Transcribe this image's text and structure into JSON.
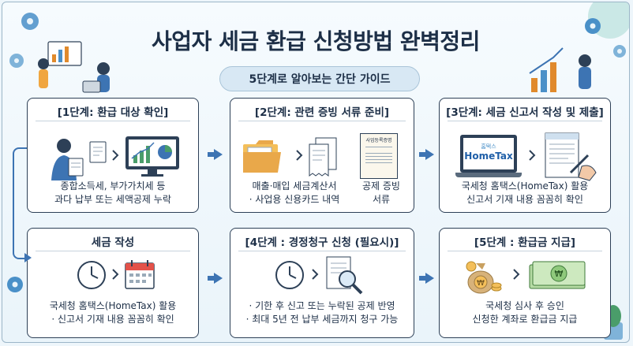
{
  "header": {
    "title": "사업자 세금 환급 신청방법 완벽정리",
    "subtitle": "5단계로 알아보는 간단 가이드"
  },
  "steps": [
    {
      "title": "[1단계: 환급 대상 확인]",
      "lines": [
        "종합소득세, 부가가치세 등",
        "과다 납부 또는 세액공제 누락"
      ]
    },
    {
      "title": "[2단계: 관련 증빙 서류 준비]",
      "left_lines": [
        "매출·매입 세금계산서",
        "· 사업용 신용카드 내역"
      ],
      "right_lines": [
        "공제 증빙",
        "서류"
      ],
      "doc_label": "사업등록증명"
    },
    {
      "title": "[3단계: 세금 신고서 작성 및 제출]",
      "lines": [
        "국세청 홈택스(HomeTax) 활용",
        "신고서 기재 내용 꼼꼼히 확인"
      ],
      "brand_small": "홈택스",
      "brand": "HomeTax"
    },
    {
      "title": "세금 작성",
      "lines": [
        "국세청 홈택스(HomeTax) 활용",
        "· 신고서 기재 내용 꼼꼼히 확인"
      ]
    },
    {
      "title": "[4단계 : 경정청구 신청 (필요시)]",
      "lines": [
        "· 기한 후 신고 또는 누락된 공제 반영",
        "· 최대 5년 전 납부 세금까지 청구 가능"
      ]
    },
    {
      "title": "[5단계 : 환급금 지급]",
      "lines": [
        "국세청 심사 후 승인",
        "신청한 계좌로 환급금 지급"
      ],
      "currency_symbol": "₩"
    }
  ],
  "colors": {
    "accent": "#3d74b3",
    "border": "#2d4057",
    "text": "#1d2f47",
    "bg": "#eef6fb"
  }
}
